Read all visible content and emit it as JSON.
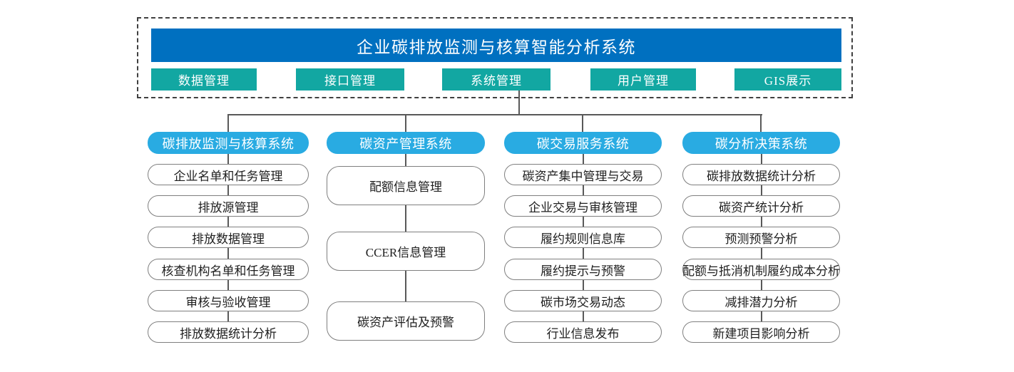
{
  "header": {
    "title": "企业碳排放监测与核算智能分析系统",
    "buttons": [
      "数据管理",
      "接口管理",
      "系统管理",
      "用户管理",
      "GIS展示"
    ]
  },
  "columns": [
    {
      "title": "碳排放监测与核算系统",
      "items": [
        "企业名单和任务管理",
        "排放源管理",
        "排放数据管理",
        "核查机构名单和任务管理",
        "审核与验收管理",
        "排放数据统计分析"
      ]
    },
    {
      "title": "碳资产管理系统",
      "items": [
        "配额信息管理",
        "CCER信息管理",
        "碳资产评估及预警"
      ]
    },
    {
      "title": "碳交易服务系统",
      "items": [
        "碳资产集中管理与交易",
        "企业交易与审核管理",
        "履约规则信息库",
        "履约提示与预警",
        "碳市场交易动态",
        "行业信息发布"
      ]
    },
    {
      "title": "碳分析决策系统",
      "items": [
        "碳排放数据统计分析",
        "碳资产统计分析",
        "预测预警分析",
        "配额与抵消机制履约成本分析",
        "减排潜力分析",
        "新建项目影响分析"
      ]
    }
  ],
  "colors": {
    "primary-blue": "#0070c0",
    "teal": "#12a7a2",
    "pill-blue": "#29abe2",
    "line-gray": "#595959",
    "border-gray": "#7f7f7f"
  }
}
